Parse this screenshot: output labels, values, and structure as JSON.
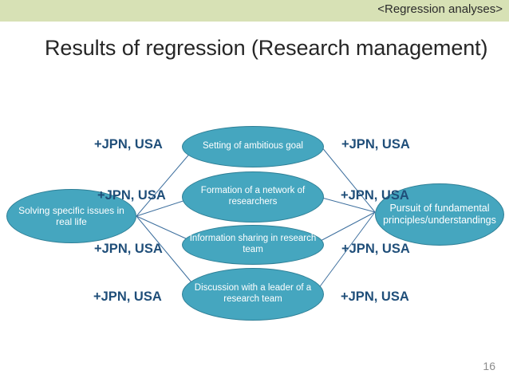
{
  "header": {
    "label": "<Regression analyses>",
    "band_color": "#d7e1b5"
  },
  "title": "Results of regression (Research management)",
  "page_number": "16",
  "diagram": {
    "node_fill": "#45a6bf",
    "node_border": "#2e7f96",
    "connector_color": "#3d6f9e",
    "label_color": "#1f4e79",
    "left_node": "Solving specific issues in real life",
    "right_node": "Pursuit of fundamental principles/understandings",
    "middle_nodes": [
      "Setting of ambitious goal",
      "Formation of a network of researchers",
      "Information sharing in research team",
      "Discussion with a leader of a research team"
    ],
    "left_labels": [
      "+JPN, USA",
      "+JPN, USA",
      "+JPN, USA",
      "+JPN, USA"
    ],
    "right_labels": [
      "+JPN, USA",
      "+JPN, USA",
      "+JPN, USA",
      "+JPN, USA"
    ]
  }
}
